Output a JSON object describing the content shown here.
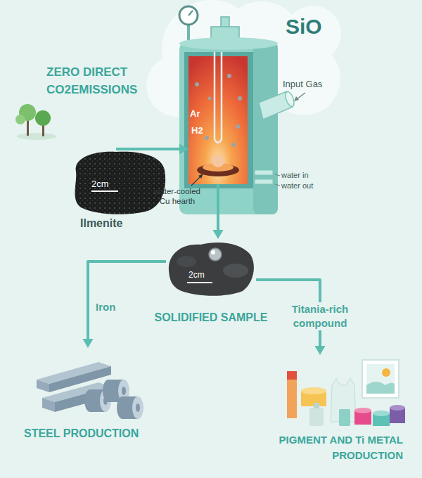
{
  "diagram": {
    "nodes": [
      {
        "text": [
          "2cm",
          "Ilmenite"
        ]
      },
      {
        "text": [
          "Ar",
          "H2"
        ]
      },
      {
        "text": [
          "2cm",
          "SOLIDIFIED SAMPLE"
        ]
      },
      {
        "text": [
          "STEEL PRODUCTION"
        ]
      },
      {
        "text": [
          "PIGMENT AND Ti METAL PRODUCTION"
        ]
      }
    ],
    "edges": [
      {
        "from": 0,
        "to": 1,
        "arrow": "to"
      },
      {
        "from": 1,
        "to": 2,
        "arrow": "to"
      },
      {
        "from": 2,
        "to": 3,
        "label": "Iron",
        "arrow": "to"
      },
      {
        "from": 2,
        "to": 4,
        "label": "Titania-rich compound",
        "arrow": "to"
      }
    ],
    "labels": [
      "ZERO DIRECT CO2EMISSIONS",
      "SiO",
      "Input Gas",
      "water-cooled Cu hearth",
      "water in",
      "water out"
    ]
  }
}
